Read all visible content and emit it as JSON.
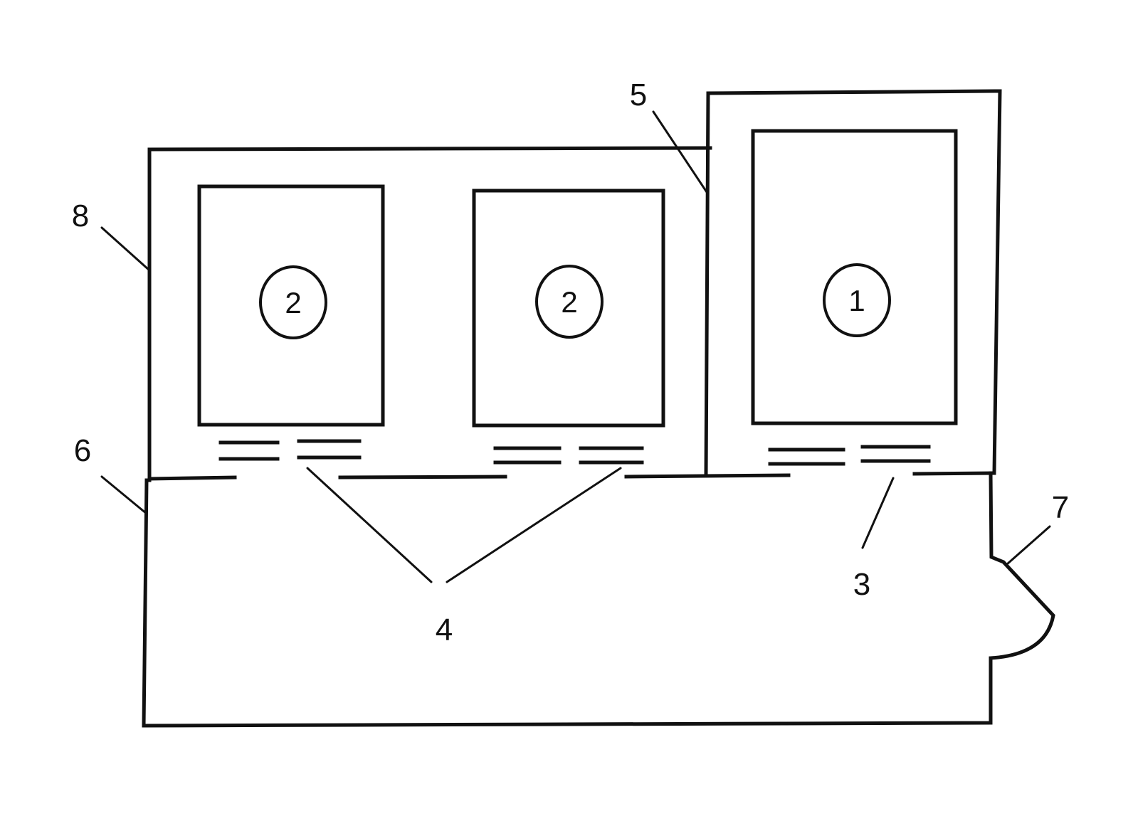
{
  "labels": {
    "l1": "1",
    "l2": "2",
    "l3": "3",
    "l4": "4",
    "l5": "5",
    "l6": "6",
    "l7": "7",
    "l8": "8"
  },
  "chamber_marks": {
    "left": "2",
    "middle": "2",
    "right": "1"
  }
}
